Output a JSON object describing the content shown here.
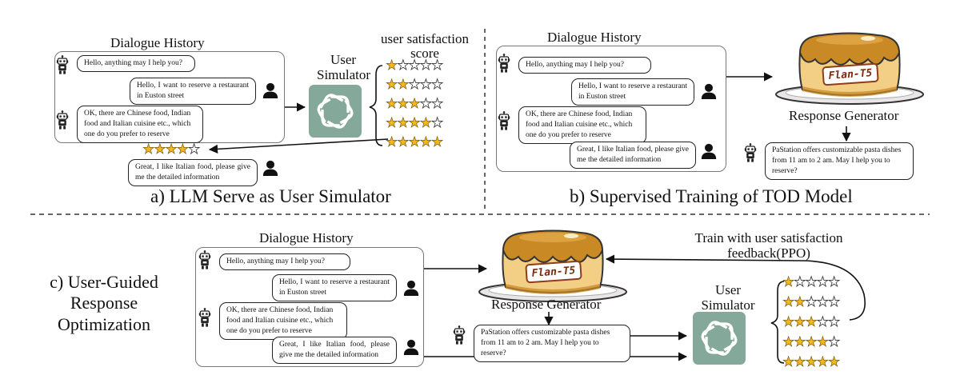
{
  "colors": {
    "star_filled": "#f2b81e",
    "openai_tile": "#84a899",
    "pudding_caramel": "#c98a26",
    "pudding_custard": "#f3cf86"
  },
  "dialogue": {
    "system_greeting": "Hello, anything may I help you?",
    "user_request": "Hello, I want to reserve a restaurant in Euston street",
    "system_offer": "OK, there are Chinese food, Indian food and Italian cuisine etc., which one do you prefer to reserve",
    "user_choice": "Great, I like Italian food, please give me the detailed information"
  },
  "icons": [
    "robot-icon",
    "person-icon",
    "openai-logo-icon",
    "pudding-icon",
    "star-icon"
  ],
  "panel_a": {
    "history_title": "Dialogue History",
    "simulator_label_line1": "User",
    "simulator_label_line2": "Simulator",
    "score_label_line1": "user satisfaction",
    "score_label_line2": "score",
    "score_levels": [
      1,
      2,
      3,
      4,
      5
    ],
    "selected_score": 4,
    "caption": "a) LLM Serve as User Simulator"
  },
  "panel_b": {
    "history_title": "Dialogue History",
    "model_name": "Flan-T5",
    "generator_label": "Response Generator",
    "response": "PaStation offers customizable pasta dishes from 11 am to 2 am. May I help you to reserve?",
    "caption": "b) Supervised Training of TOD Model"
  },
  "panel_c": {
    "side_label_line1": "c) User-Guided",
    "side_label_line2": "Response",
    "side_label_line3": "Optimization",
    "history_title": "Dialogue History",
    "model_name": "Flan-T5",
    "generator_label": "Response Generator",
    "response": "PaStation offers customizable pasta dishes from 11 am to 2 am. May I help you to reserve?",
    "simulator_label_line1": "User",
    "simulator_label_line2": "Simulator",
    "feedback_label_line1": "Train with user satisfaction",
    "feedback_label_line2": "feedback(PPO)",
    "score_levels": [
      1,
      2,
      3,
      4,
      5
    ]
  }
}
